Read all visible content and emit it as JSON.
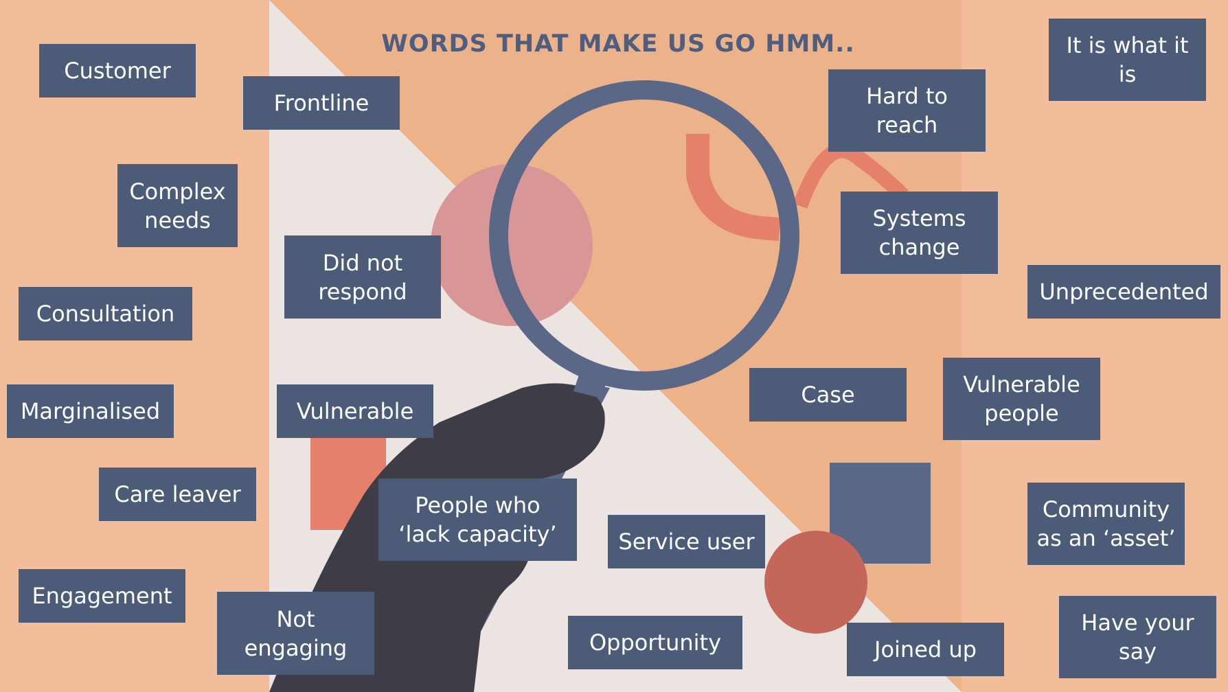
{
  "title": "WORDS THAT MAKE US GO HMM..",
  "colors": {
    "background": "#f3bd9b",
    "panel_light": "#ece4e0",
    "panel_peach": "#ecb28a",
    "card": "#4b5b78",
    "card_text": "#ffffff",
    "title": "#4f5e7e",
    "magnifier": "#5a6786",
    "hand": "#3d3c47",
    "pink_circle": "#d99696",
    "orange_accent": "#e5806a",
    "red_circle": "#c4665a"
  },
  "icons": [
    "magnifying-glass-icon",
    "hand-icon"
  ],
  "cards": {
    "customer": "Customer",
    "frontline": "Frontline",
    "complex_needs": "Complex needs",
    "did_not_respond": "Did not respond",
    "consultation": "Consultation",
    "marginalised": "Marginalised",
    "vulnerable": "Vulnerable",
    "care_leaver": "Care leaver",
    "people_lack_capacity": "People who ‘lack capacity’",
    "engagement": "Engagement",
    "not_engaging": "Not engaging",
    "service_user": "Service user",
    "opportunity": "Opportunity",
    "hard_to_reach": "Hard to reach",
    "systems_change": "Systems change",
    "case": "Case",
    "joined_up": "Joined up",
    "it_is_what_it_is": "It is what it is",
    "unprecedented": "Unprecedented",
    "vulnerable_people": "Vulnerable people",
    "community_asset": "Community as an ‘asset’",
    "have_your_say": "Have your say"
  }
}
